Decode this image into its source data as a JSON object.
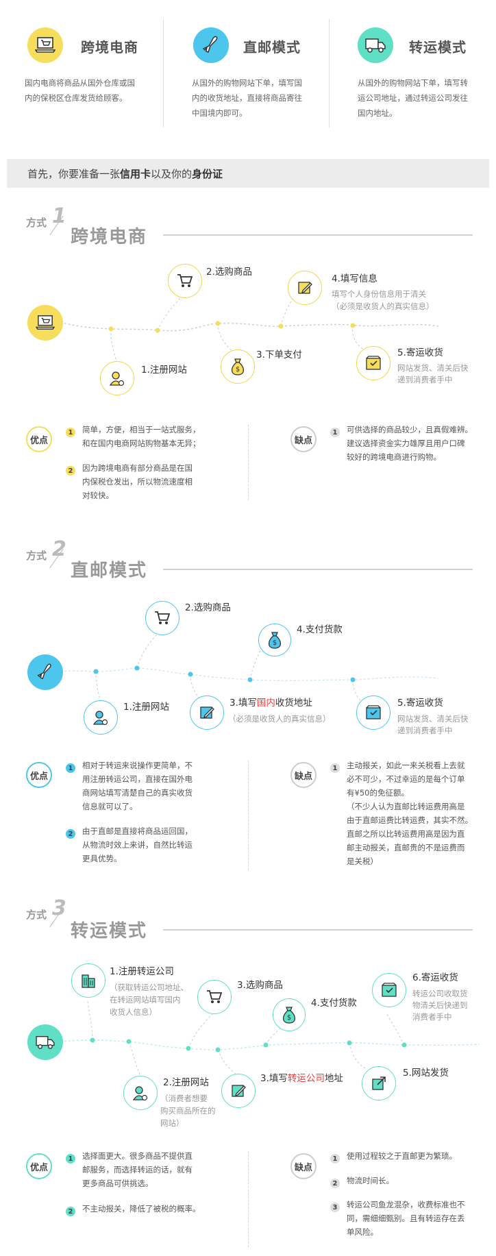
{
  "intro": [
    {
      "title": "跨境电商",
      "desc": "国内电商将商品从国外仓库或国内的保税区仓库发货给顾客。",
      "color": "#f6dd5c",
      "icon": "laptop-cart-icon"
    },
    {
      "title": "直邮模式",
      "desc": "从国外的购物网站下单，填写国内的收货地址，直接将商品寄往中国境内即可。",
      "color": "#4dc6ee",
      "icon": "airplane-icon"
    },
    {
      "title": "转运模式",
      "desc": "从国外的购物网站下单，填写转运公司地址，通过转运公司发往国内地址。",
      "color": "#5fe0c6",
      "icon": "truck-icon"
    }
  ],
  "banner": {
    "pre": "首先，你要准备一张",
    "card": "信用卡",
    "mid": "以及你的",
    "id": "身份证"
  },
  "sections": [
    {
      "way": "方式",
      "num": "1",
      "title": "跨境电商",
      "steps": {
        "s1": "1.注册网站",
        "s2": "2.选购商品",
        "s3": "3.下单支付",
        "s4": "4.填写信息",
        "s4_note_l1": "填写个人身份信息用于清关",
        "s4_note_l2": "（必须是收货人的真实信息）",
        "s5": "5.寄运收货",
        "s5_note_l1": "网站发货、清关后快",
        "s5_note_l2": "递到消费者手中"
      },
      "pros_label": "优点",
      "cons_label": "缺点",
      "pros": [
        {
          "n": "1",
          "l1": "简单，方便，相当于一站式服务，",
          "l2": "和在国内电商网站购物基本无异；"
        },
        {
          "n": "2",
          "l1": "因为跨境电商有部分商品是在国",
          "l2": "内保税仓发出，所以物流速度相",
          "l3": "对较快。"
        }
      ],
      "cons": [
        {
          "n": "1",
          "l1": "可供选择的商品较少，且真假难辨。",
          "l2": "建议选择资金实力雄厚且用户口碑",
          "l3": "较好的跨境电商进行购物。"
        }
      ]
    },
    {
      "way": "方式",
      "num": "2",
      "title": "直邮模式",
      "steps": {
        "s1": "1.注册网站",
        "s2": "2.选购商品",
        "s3_a": "3.填写",
        "s3_b": "国内",
        "s3_c": "收货地址",
        "s3_note": "（必须是收货人的真实信息）",
        "s4": "4.支付货款",
        "s5": "5.寄运收货",
        "s5_note_l1": "网站发货、清关后快",
        "s5_note_l2": "递到消费者手中"
      },
      "pros_label": "优点",
      "cons_label": "缺点",
      "pros": [
        {
          "n": "1",
          "l1": "相对于转运来说操作更简单，不",
          "l2": "用注册转运公司，直接在国外电",
          "l3": "商网站填写清楚自己的真实收货",
          "l4": "信息就可以了。"
        },
        {
          "n": "2",
          "l1": "由于直邮是直接将商品运回国，",
          "l2": "从物流时效上来讲，自然比转运",
          "l3": "更具优势。"
        }
      ],
      "cons": [
        {
          "n": "1",
          "l1": "主动报关，如此一来关税看上去就",
          "l2": "必不可少，不过幸运的是每个订单",
          "l3": "有¥50的免征额。",
          "l4": "（不少人认为直邮比转运费用高是",
          "l5": "由于直邮运费比转运费，其实不然。",
          "l6": "直邮之所以比转运费用高是因为直",
          "l7": "邮主动报关，直邮贵的不是运费而",
          "l8": "是关税）"
        }
      ]
    },
    {
      "way": "方式",
      "num": "3",
      "title": "转运模式",
      "steps": {
        "s1": "1.注册转运公司",
        "s1_note_l1": "（获取转运公司地址、",
        "s1_note_l2": "在转运网站填写国内",
        "s1_note_l3": "收货人信息）",
        "s2": "2.注册网站",
        "s2_note_l1": "（消费者想要",
        "s2_note_l2": "购买商品所在的",
        "s2_note_l3": "网站）",
        "s3": "3.选购商品",
        "s3b_a": "3.填写",
        "s3b_b": "转运公司",
        "s3b_c": "地址",
        "s4": "4.支付货款",
        "s5": "5.网站发货",
        "s6": "6.寄运收货",
        "s6_note_l1": "转运公司收取货",
        "s6_note_l2": "物清关后快递到",
        "s6_note_l3": "消费者手中"
      },
      "pros_label": "优点",
      "cons_label": "缺点",
      "pros": [
        {
          "n": "1",
          "l1": "选择面更大。很多商品不提供直",
          "l2": "邮服务，而选择转运的话，就有",
          "l3": "更多商品可供挑选。"
        },
        {
          "n": "2",
          "l1": "不主动报关，降低了被税的概率。"
        }
      ],
      "cons": [
        {
          "n": "1",
          "l1": "使用过程较之于直邮更为繁琐。"
        },
        {
          "n": "2",
          "l1": "物流时间长。"
        },
        {
          "n": "3",
          "l1": "转运公司鱼龙混杂，收费标准也不",
          "l2": "同，需细细甄别。且有转运存在丢",
          "l3": "单风险。"
        }
      ]
    }
  ],
  "colors": {
    "yellow": "#f6dd5c",
    "blue": "#4dc6ee",
    "green": "#5fe0c6"
  }
}
